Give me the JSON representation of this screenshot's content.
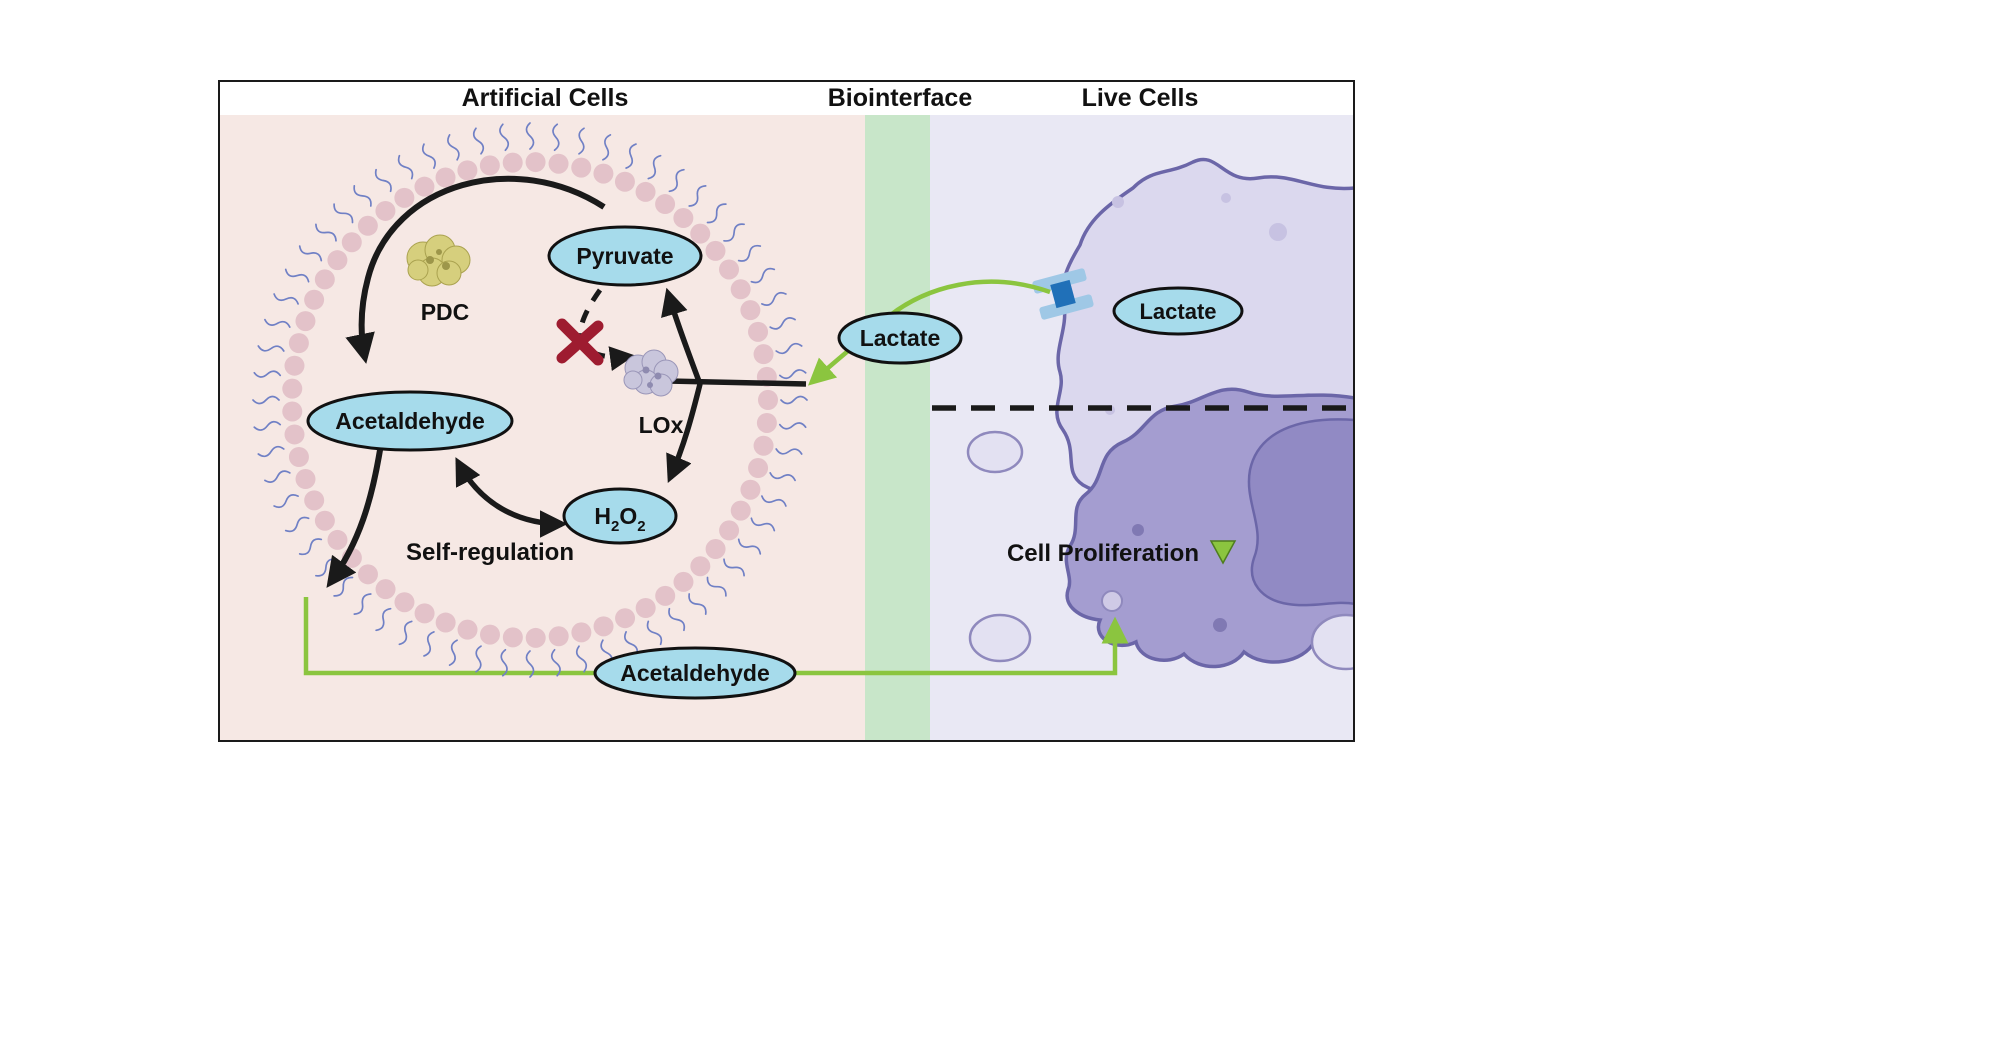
{
  "header": {
    "artificial": "Artificial Cells",
    "biointerface": "Biointerface",
    "live": "Live Cells"
  },
  "labels": {
    "pyruvate": "Pyruvate",
    "pdc": "PDC",
    "acetaldehyde": "Acetaldehyde",
    "lox": "LOx",
    "h2o2": {
      "h": "H",
      "sub1": "2",
      "o": "O",
      "sub2": "2"
    },
    "self_regulation": "Self-regulation",
    "lactate_interface": "Lactate",
    "lactate_cell": "Lactate",
    "acetaldehyde_transfer": "Acetaldehyde",
    "cell_proliferation": "Cell Proliferation"
  },
  "colors": {
    "accent_green": "#8bc53f",
    "label_fill_cyan": "#a6dbeb",
    "artificial_bg": "#f6e8e4",
    "interface_bg": "#c8e6c9",
    "live_bg": "#e9e8f4",
    "inhibit_red": "#9e1c30"
  }
}
